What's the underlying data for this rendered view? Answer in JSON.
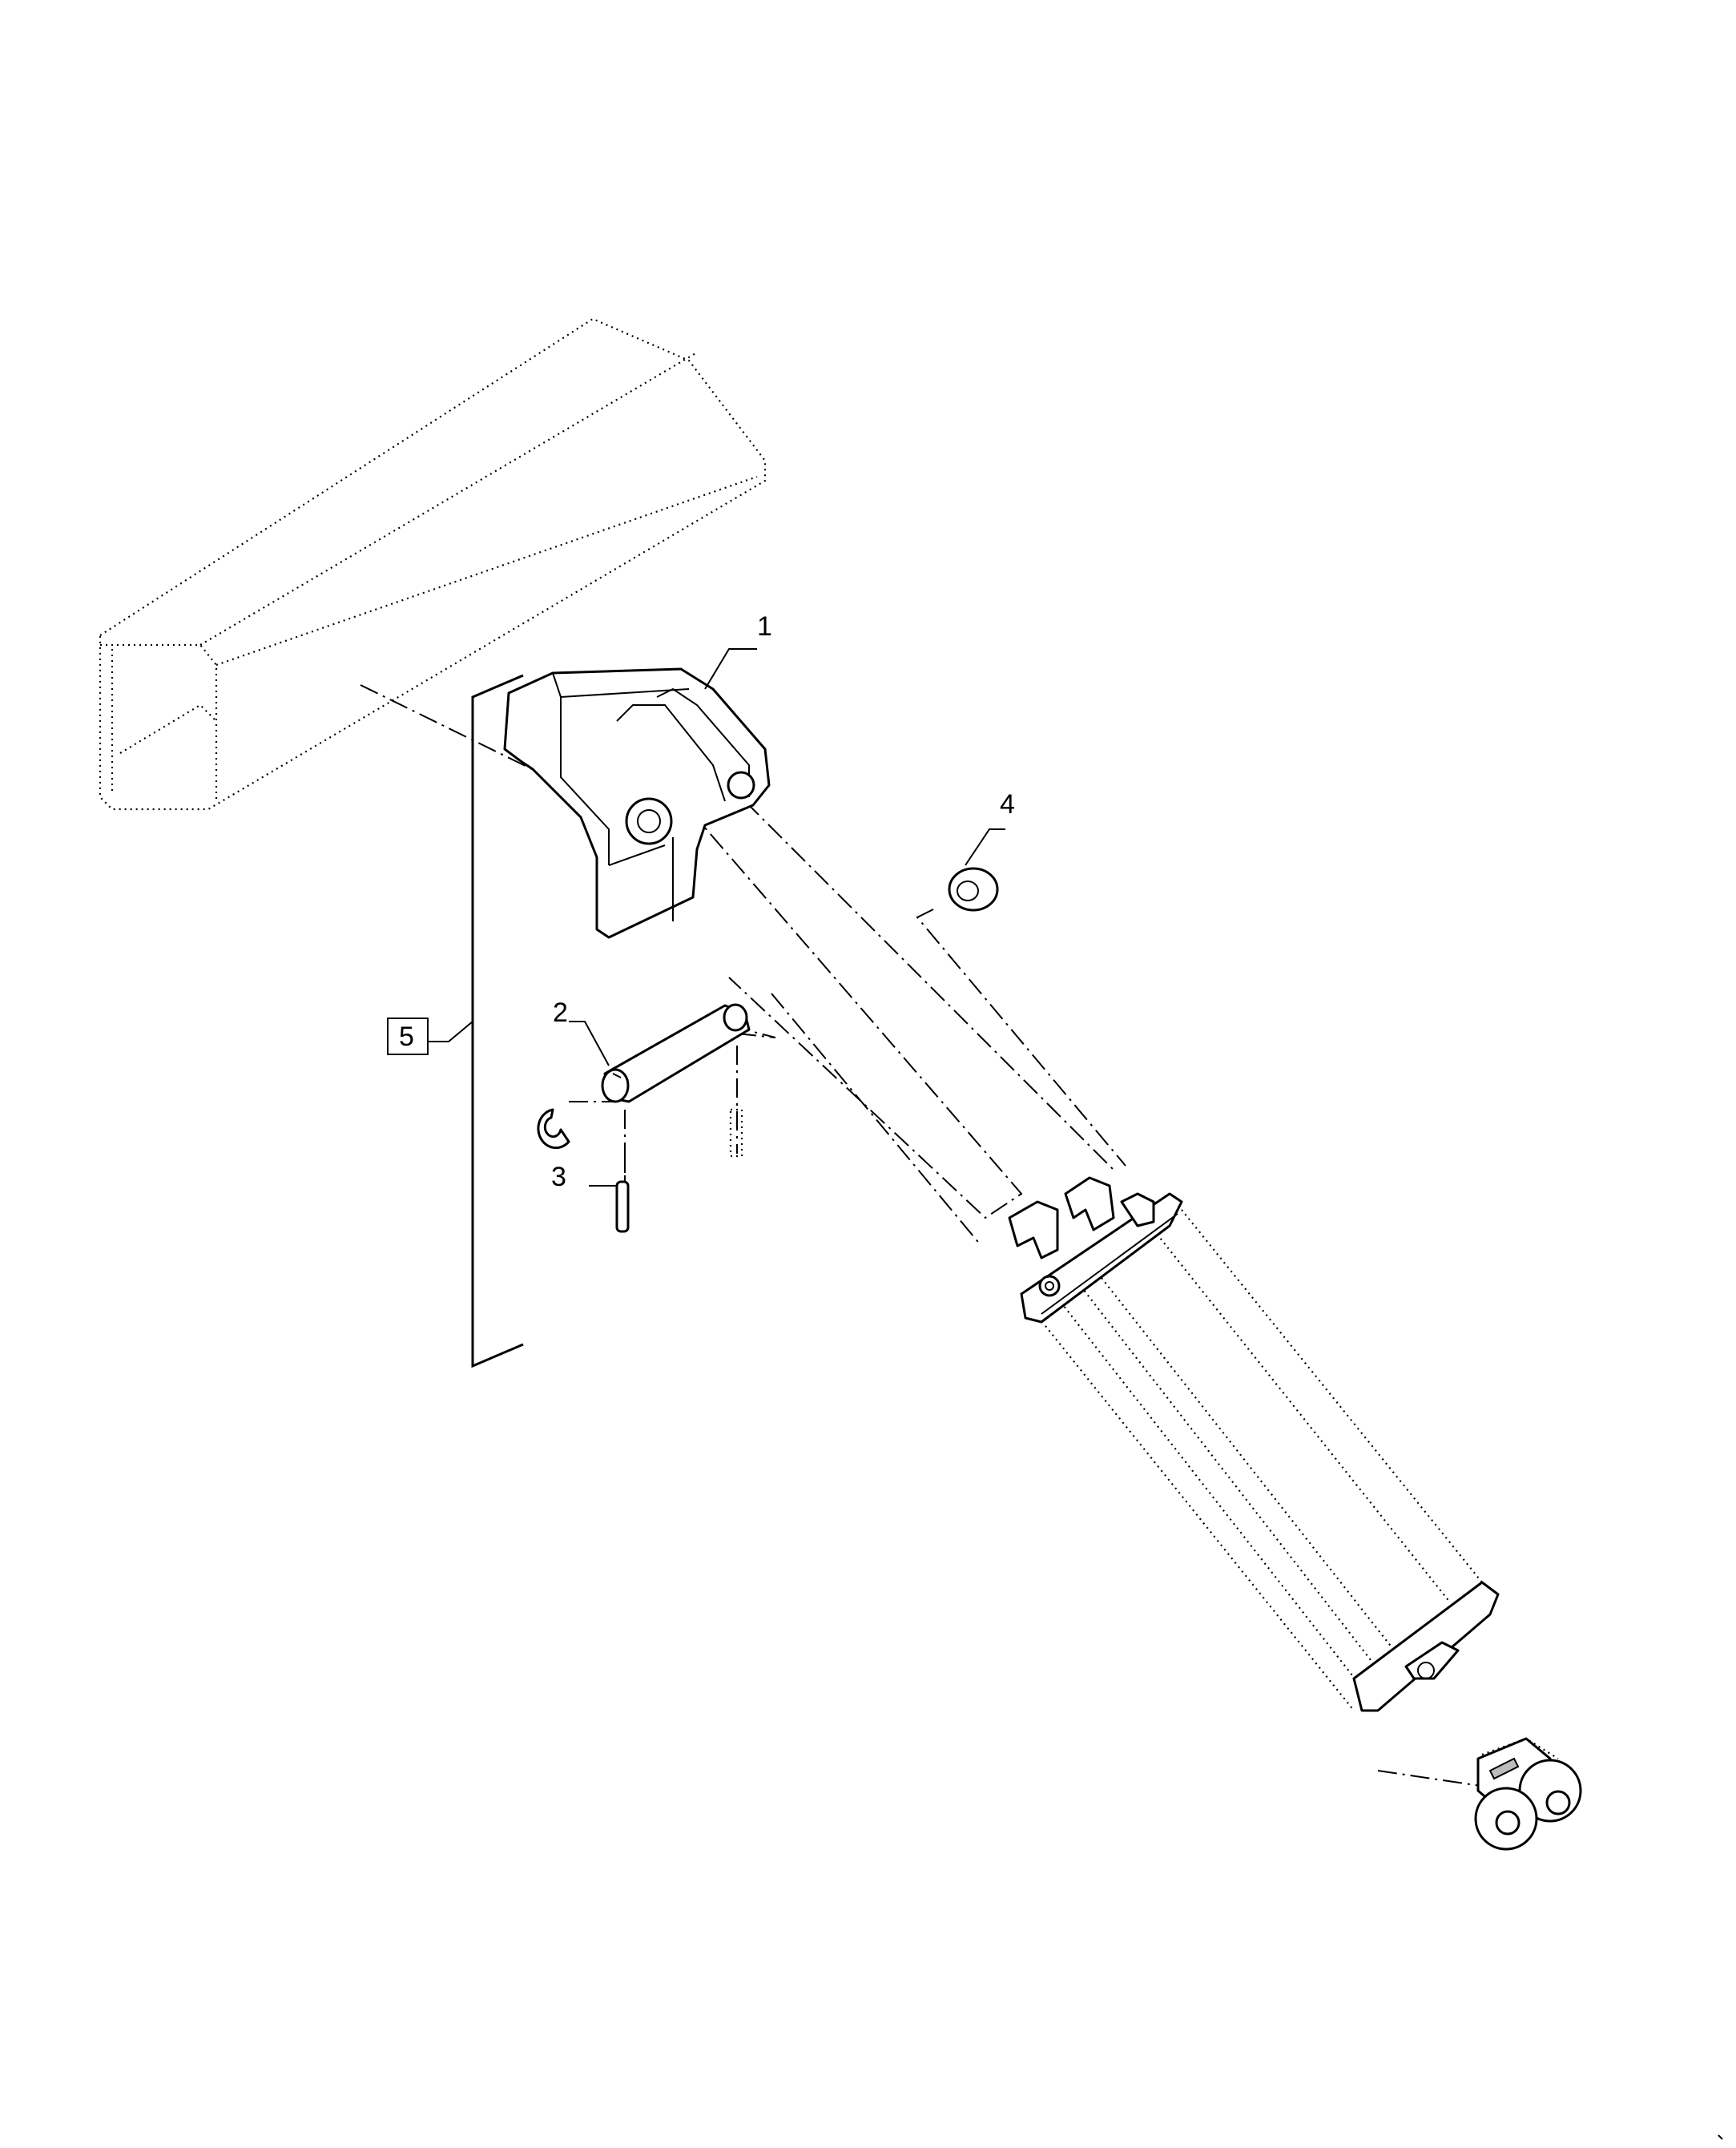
{
  "callouts": [
    {
      "id": "1",
      "label": "1"
    },
    {
      "id": "2",
      "label": "2"
    },
    {
      "id": "3",
      "label": "3"
    },
    {
      "id": "4",
      "label": "4"
    },
    {
      "id": "5",
      "label": "5",
      "boxed": true
    }
  ]
}
